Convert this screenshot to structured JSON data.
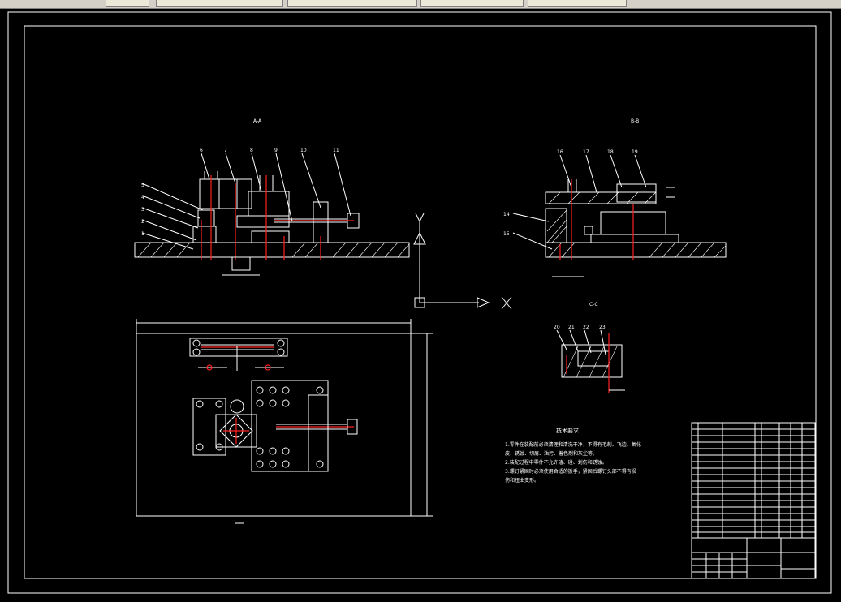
{
  "tabs": [
    {
      "label": "",
      "name": "tab-1"
    },
    {
      "label": "",
      "name": "tab-2"
    },
    {
      "label": "",
      "name": "tab-3"
    },
    {
      "label": "",
      "name": "tab-4"
    },
    {
      "label": "",
      "name": "tab-5"
    }
  ],
  "ucs": {
    "x_label": "X",
    "y_label": "Y"
  },
  "drawing": {
    "view_a_label": "A-A",
    "view_b_label": "B-B",
    "view_c_label": "C-C",
    "front_callouts": [
      "1",
      "2",
      "3",
      "4",
      "5",
      "6",
      "7",
      "8",
      "9",
      "10",
      "11"
    ],
    "side_callouts": [
      "14",
      "15",
      "16",
      "17",
      "18",
      "19"
    ],
    "detail_callouts": [
      "20",
      "21",
      "22",
      "23"
    ],
    "tech_title": "技术要求",
    "tech_lines": [
      "1.零件在装配前必须清理和清洗干净，不得有毛刺、飞边、氧化",
      "皮、锈蚀、切屑、油污、着色剂和灰尘等。",
      "2.装配过程中零件不允许磕、碰、划伤和锈蚀。",
      "3.螺钉紧固时必须使用合适的扳手，紧固后螺钉头部不得有损",
      "伤和扭曲变形。"
    ]
  },
  "colors": {
    "line": "#ffffff",
    "center": "#ff2020",
    "frame": "#ffffff",
    "background": "#000000"
  }
}
